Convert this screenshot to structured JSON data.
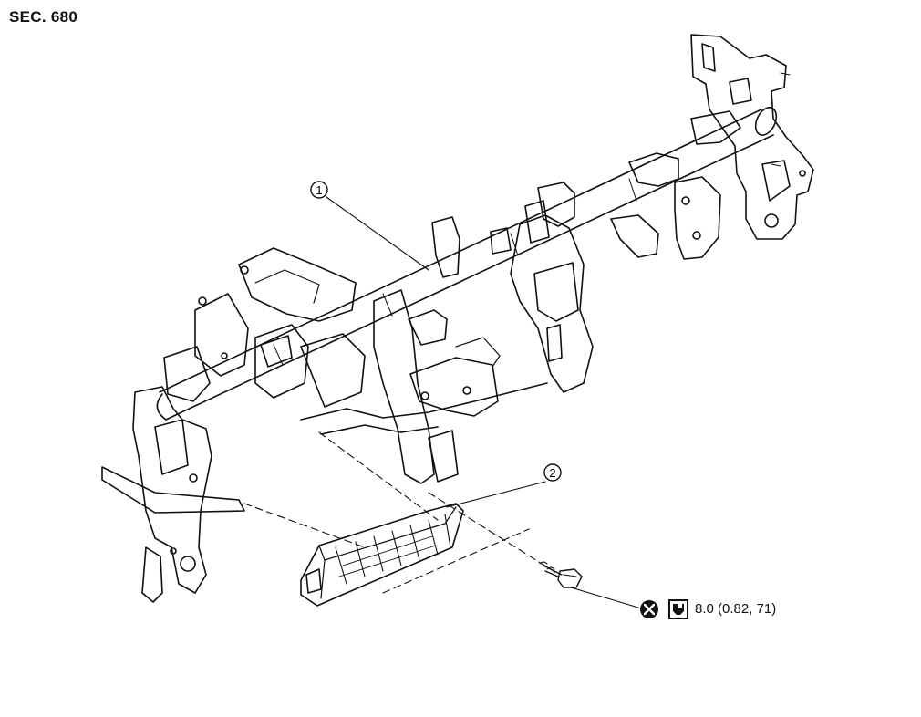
{
  "section": "SEC. 680",
  "callouts": [
    {
      "id": "1"
    },
    {
      "id": "2"
    }
  ],
  "torque": {
    "value": "8.0 (0.82, 71)",
    "icons": [
      "non-reusable-part-icon",
      "torque-wrench-icon"
    ]
  }
}
